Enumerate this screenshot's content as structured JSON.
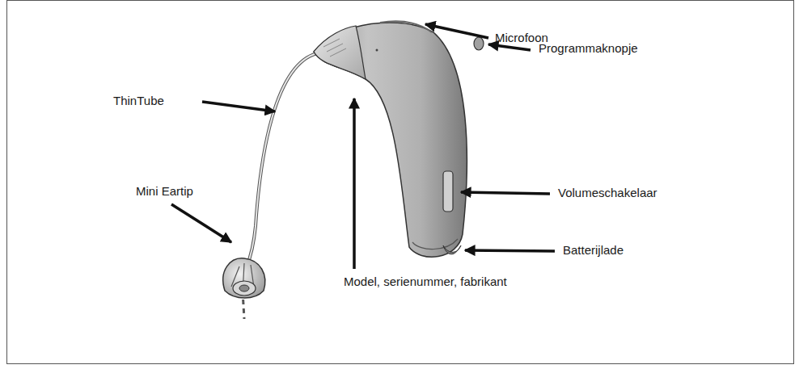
{
  "diagram": {
    "labels": [
      "Microfoon",
      "Programmaknopje",
      "ThinTube",
      "Volumeschakelaar",
      "Mini Eartip",
      "Batterijlade",
      "Model, serienummer, fabrikant"
    ]
  }
}
